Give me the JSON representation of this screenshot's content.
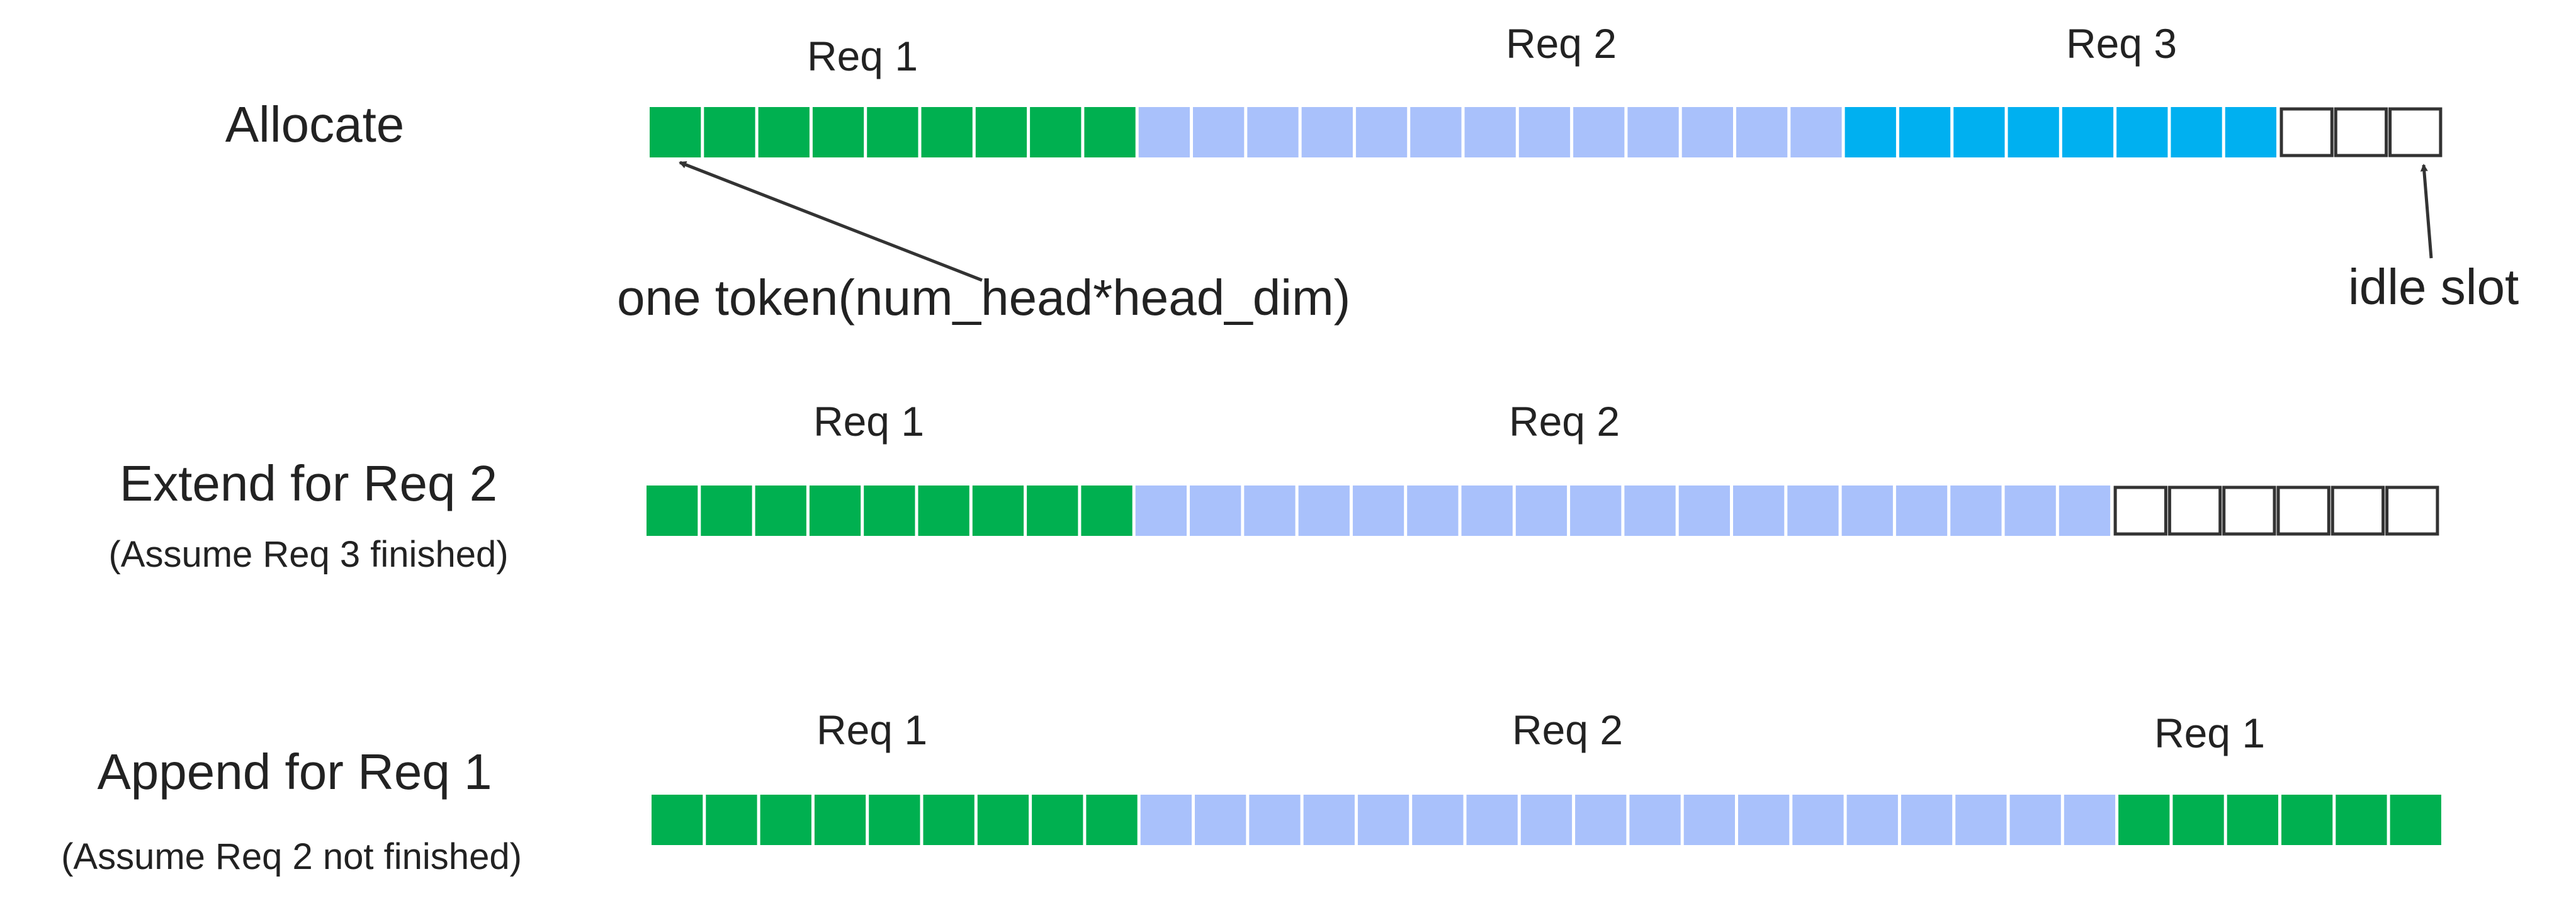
{
  "colors": {
    "req1": "#00b050",
    "req2": "#a9c1fb",
    "req3": "#00b0f0",
    "idle": "#ffffff",
    "idle_border": "#333333",
    "arrow": "#333333",
    "text": "#222222"
  },
  "rows": [
    {
      "title": "Allocate",
      "note": "",
      "labels": [
        "Req 1",
        "Req 2",
        "Req 3"
      ],
      "segments": [
        {
          "req": "req1",
          "count": 9
        },
        {
          "req": "req2",
          "count": 13
        },
        {
          "req": "req3",
          "count": 8
        },
        {
          "req": "idle",
          "count": 3
        }
      ]
    },
    {
      "title": "Extend for Req 2",
      "note": "(Assume Req 3 finished)",
      "labels": [
        "Req 1",
        "Req 2"
      ],
      "segments": [
        {
          "req": "req1",
          "count": 9
        },
        {
          "req": "req2",
          "count": 18
        },
        {
          "req": "idle",
          "count": 6
        }
      ]
    },
    {
      "title": "Append for Req 1",
      "note": "(Assume Req 2 not finished)",
      "labels": [
        "Req 1",
        "Req 2",
        "Req 1"
      ],
      "segments": [
        {
          "req": "req1",
          "count": 9
        },
        {
          "req": "req2",
          "count": 18
        },
        {
          "req": "req1",
          "count": 6
        }
      ]
    }
  ],
  "annotations": {
    "token": "one token(num_head*head_dim)",
    "idle": "idle slot"
  }
}
